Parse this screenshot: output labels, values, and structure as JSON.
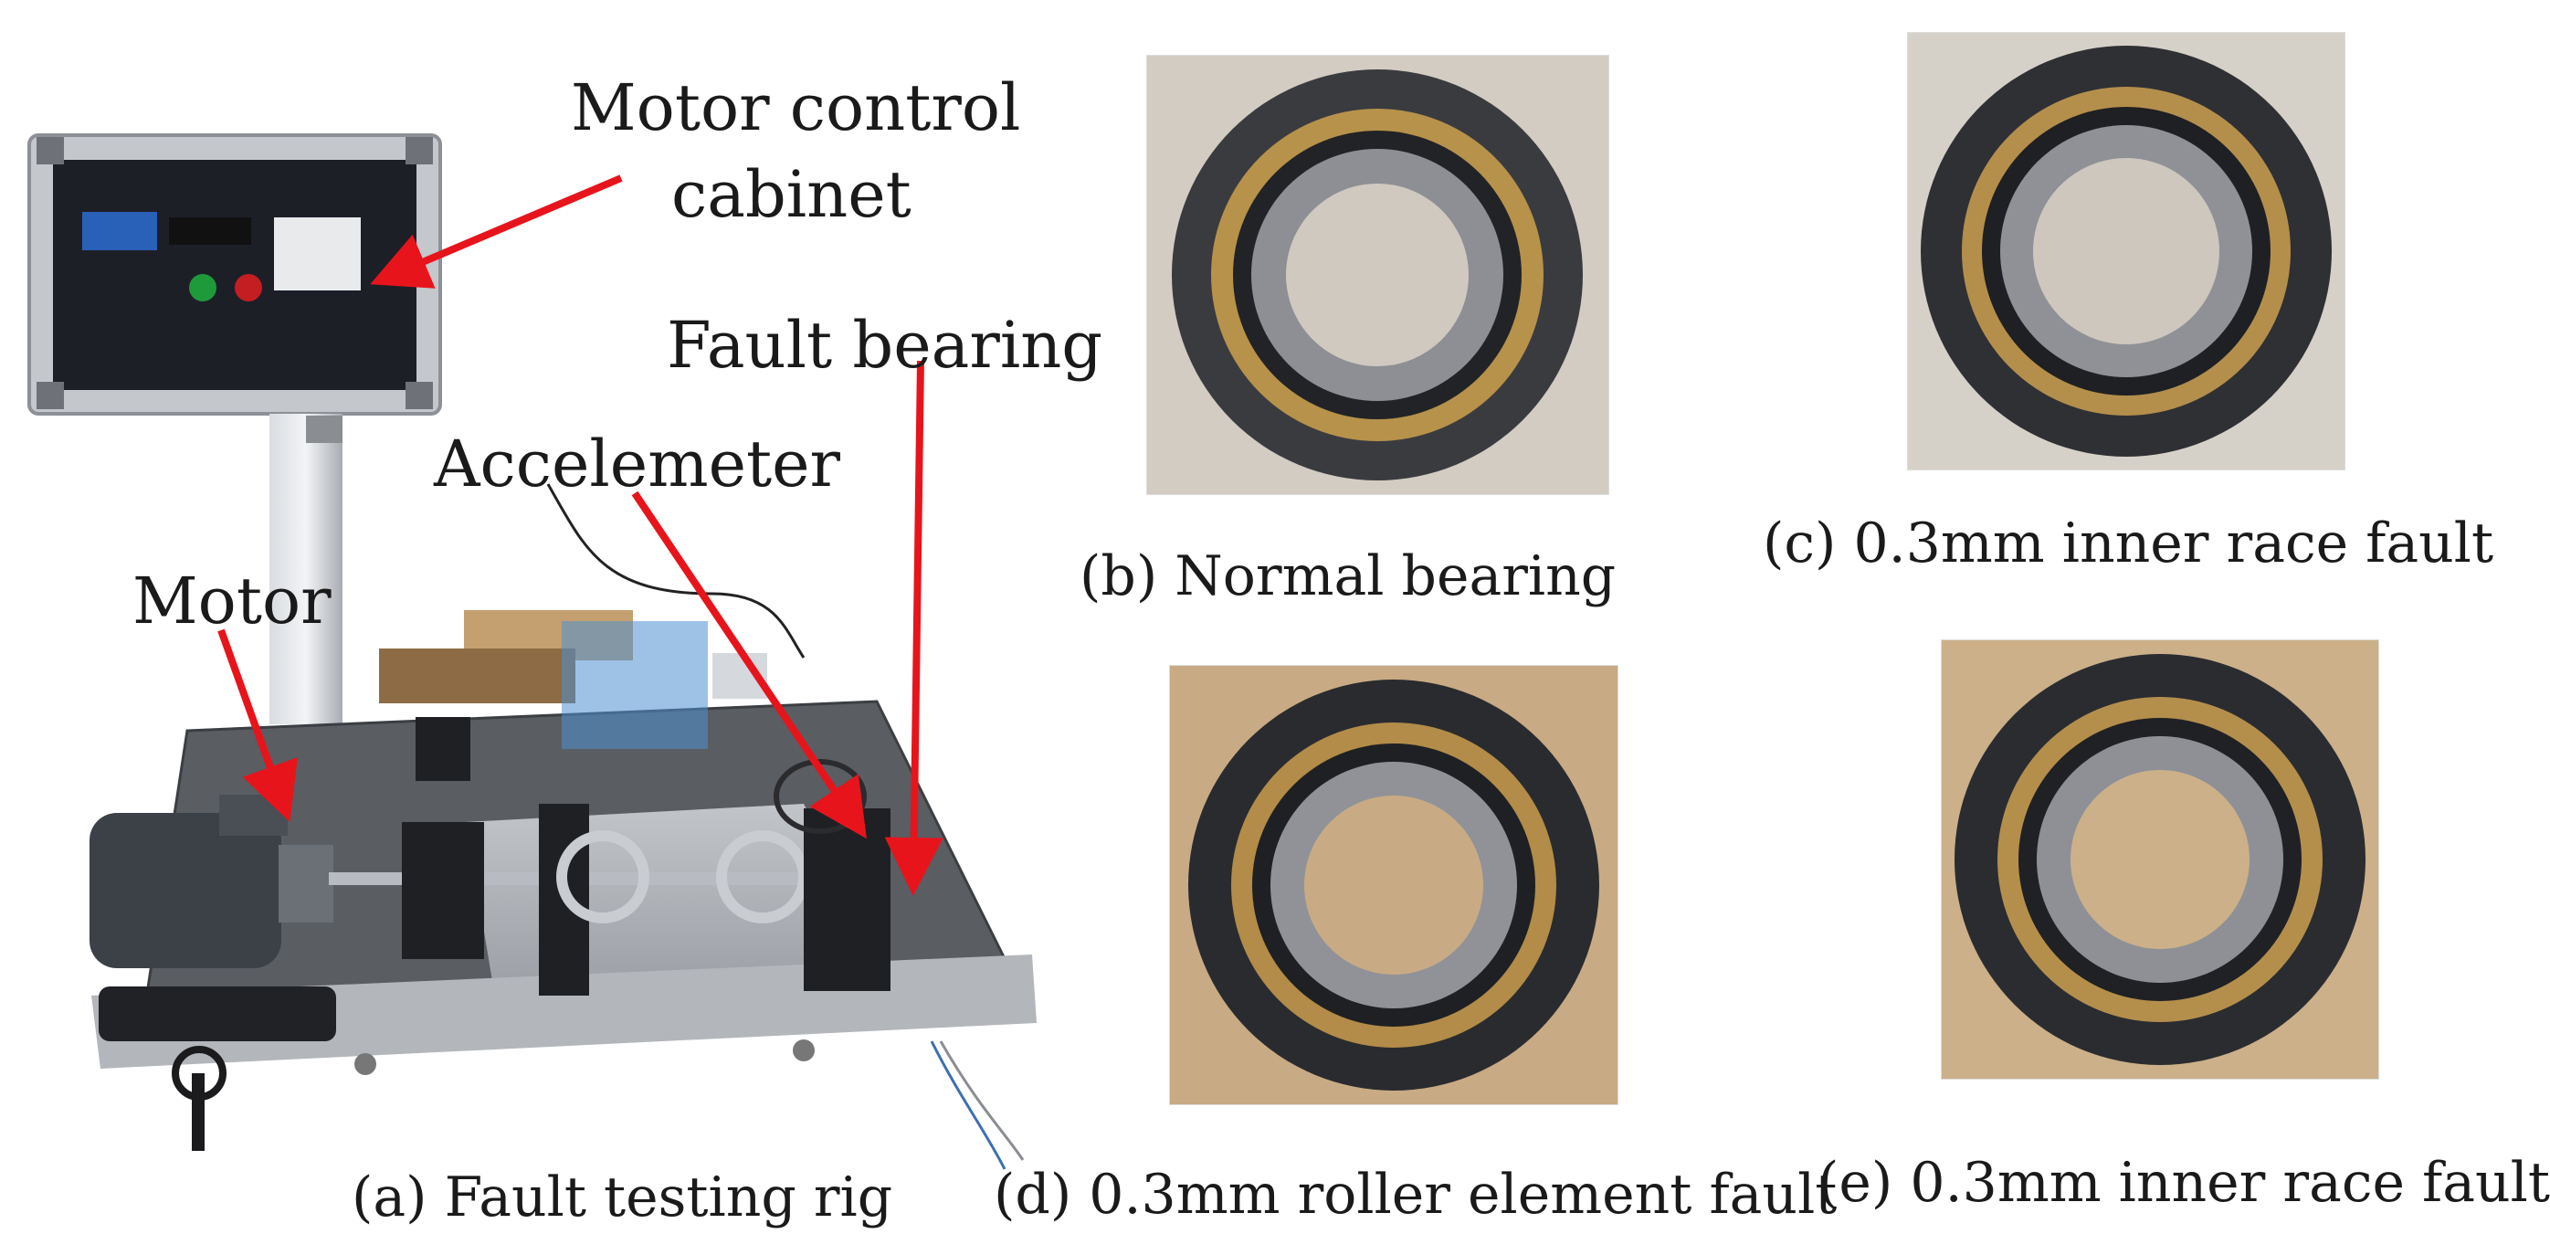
{
  "panels": {
    "a": {
      "caption": "(a) Fault testing rig"
    },
    "b": {
      "caption": "(b) Normal bearing"
    },
    "c": {
      "caption": "(c) 0.3mm inner race fault"
    },
    "d": {
      "caption": "(d) 0.3mm roller element fault"
    },
    "e": {
      "caption": "(e) 0.3mm inner race fault"
    }
  },
  "rig_labels": {
    "cabinet_line1": "Motor control",
    "cabinet_line2": "cabinet",
    "fault_bearing": "Fault bearing",
    "accelerometer": "Accelemeter",
    "motor": "Motor"
  },
  "colors": {
    "arrow": "#e8141b",
    "cabinet_face": "#1d1f27",
    "cabinet_frame": "#b9bdc3",
    "bearing_outer": "#2b2b2e",
    "bearing_cage": "#b7924a",
    "wood": "#b89468"
  }
}
